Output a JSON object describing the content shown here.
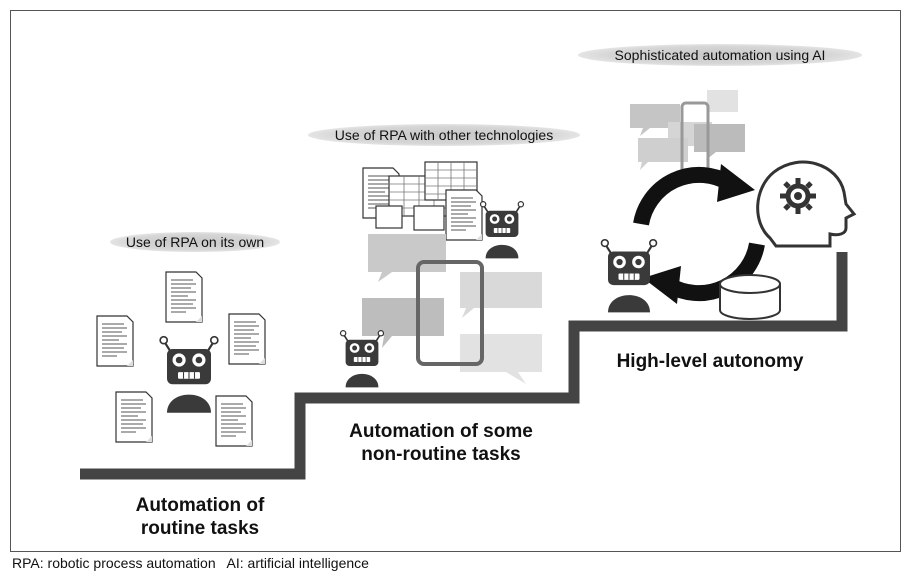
{
  "approaches": {
    "rpa_alone": "Use of RPA on its own",
    "rpa_other": "Use of RPA with other technologies",
    "ai": "Sophisticated automation using AI"
  },
  "stages": {
    "stage1_line1": "Automation of",
    "stage1_line2": "routine tasks",
    "stage2_line1": "Automation of some",
    "stage2_line2": "non-routine tasks",
    "stage3": "High-level autonomy"
  },
  "footnote": {
    "rpa": "RPA: robotic process automation",
    "ai": "AI: artificial intelligence"
  },
  "icons": [
    "robot-icon",
    "document-icon",
    "spreadsheet-icon",
    "speech-bubble-icon",
    "cycle-arrows-icon",
    "head-gear-icon",
    "database-icon"
  ],
  "colors": {
    "stair": "#444444",
    "robot": "#3a3a3a",
    "bubble": "#cccccc",
    "pill": "#d0d0d0"
  }
}
